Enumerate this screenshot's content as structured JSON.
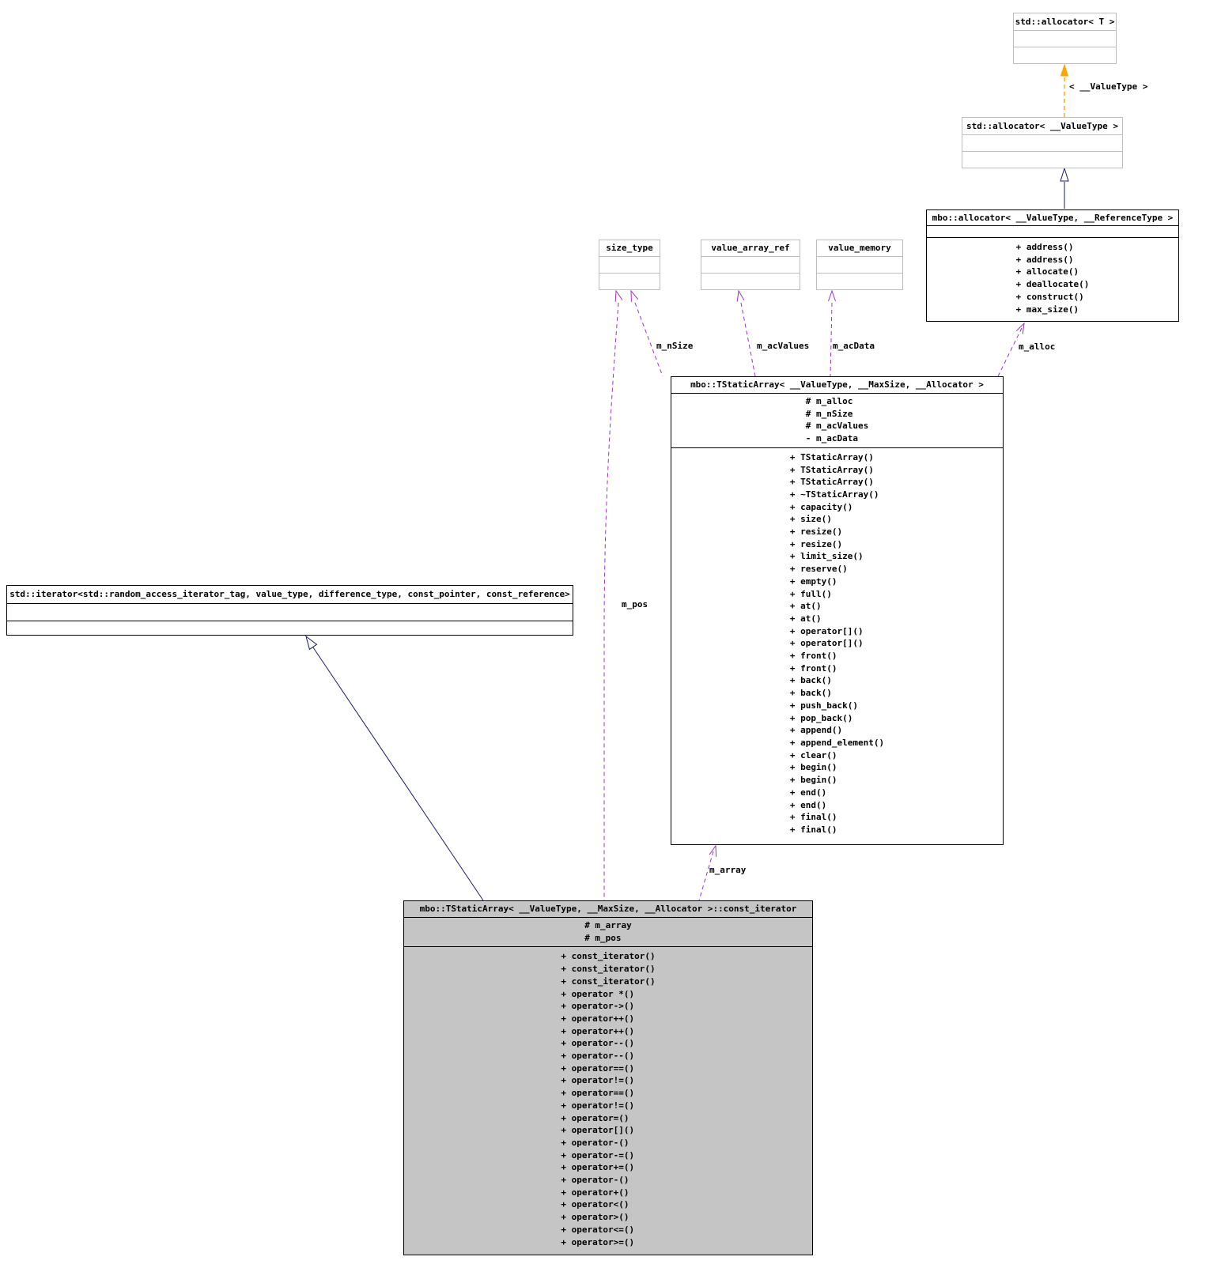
{
  "classes": {
    "std_allocator_T": {
      "title": "std::allocator< T >"
    },
    "std_allocator_ValueType": {
      "title": "std::allocator< __ValueType >"
    },
    "mbo_allocator": {
      "title": "mbo::allocator< __ValueType, __ReferenceType >",
      "methods": [
        "+ address()",
        "+ address()",
        "+ allocate()",
        "+ deallocate()",
        "+ construct()",
        "+ max_size()"
      ]
    },
    "size_type": {
      "title": "size_type"
    },
    "value_array_ref": {
      "title": "value_array_ref"
    },
    "value_memory": {
      "title": "value_memory"
    },
    "TStaticArray": {
      "title": "mbo::TStaticArray< __ValueType, __MaxSize, __Allocator >",
      "attributes": [
        "# m_alloc",
        "# m_nSize",
        "# m_acValues",
        "- m_acData"
      ],
      "methods": [
        "+ TStaticArray()",
        "+ TStaticArray()",
        "+ TStaticArray()",
        "+ ~TStaticArray()",
        "+ capacity()",
        "+ size()",
        "+ resize()",
        "+ resize()",
        "+ limit_size()",
        "+ reserve()",
        "+ empty()",
        "+ full()",
        "+ at()",
        "+ at()",
        "+ operator[]()",
        "+ operator[]()",
        "+ front()",
        "+ front()",
        "+ back()",
        "+ back()",
        "+ push_back()",
        "+ pop_back()",
        "+ append()",
        "+ append_element()",
        "+ clear()",
        "+ begin()",
        "+ begin()",
        "+ end()",
        "+ end()",
        "+ final()",
        "+ final()"
      ]
    },
    "std_iterator": {
      "title": "std::iterator<std::random_access_iterator_tag, value_type, difference_type, const_pointer, const_reference>"
    },
    "const_iterator": {
      "title": "mbo::TStaticArray< __ValueType, __MaxSize, __Allocator >::const_iterator",
      "attributes": [
        "# m_array",
        "# m_pos"
      ],
      "methods": [
        "+ const_iterator()",
        "+ const_iterator()",
        "+ const_iterator()",
        "+ operator *()",
        "+ operator->()",
        "+ operator++()",
        "+ operator++()",
        "+ operator--()",
        "+ operator--()",
        "+ operator==()",
        "+ operator!=()",
        "+ operator==()",
        "+ operator!=()",
        "+ operator=()",
        "+ operator[]()",
        "+ operator-()",
        "+ operator-=()",
        "+ operator+=()",
        "+ operator-()",
        "+ operator+()",
        "+ operator<()",
        "+ operator>()",
        "+ operator<=()",
        "+ operator>=()"
      ]
    }
  },
  "edge_labels": {
    "m_nSize": "m_nSize",
    "m_acValues": "m_acValues",
    "m_acData": "m_acData",
    "m_alloc": "m_alloc",
    "m_pos": "m_pos",
    "m_array": "m_array",
    "template_instantiation": "< __ValueType >"
  },
  "colors": {
    "association_edge": "#9a32cd",
    "inheritance_edge": "#191970",
    "template_edge": "#ffa500",
    "selected_node_fill": "#c5c5c5",
    "external_node_border": "#bdbdbd"
  }
}
